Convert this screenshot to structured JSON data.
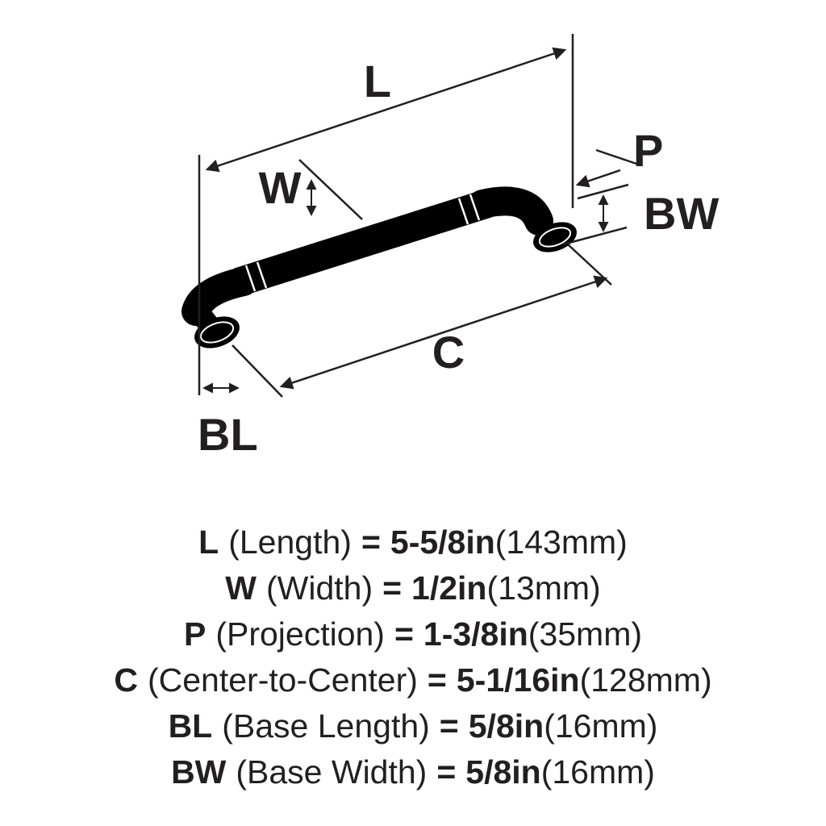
{
  "diagram": {
    "line_color": "#231f20",
    "handle_color": "#000000",
    "labels": {
      "length": "L",
      "width": "W",
      "projection": "P",
      "base_width": "BW",
      "center": "C",
      "base_length": "BL"
    }
  },
  "specs": {
    "rows": [
      {
        "key": "L",
        "label": "(Length)",
        "eq": "=",
        "value": "5-5/8in",
        "metric": "(143mm)"
      },
      {
        "key": "W",
        "label": "(Width)",
        "eq": "=",
        "value": "1/2in",
        "metric": "(13mm)"
      },
      {
        "key": "P",
        "label": "(Projection)",
        "eq": "=",
        "value": "1-3/8in",
        "metric": "(35mm)"
      },
      {
        "key": "C",
        "label": "(Center-to-Center)",
        "eq": "=",
        "value": "5-1/16in",
        "metric": "(128mm)"
      },
      {
        "key": "BL",
        "label": "(Base Length)",
        "eq": "=",
        "value": "5/8in",
        "metric": "(16mm)"
      },
      {
        "key": "BW",
        "label": "(Base Width)",
        "eq": "=",
        "value": "5/8in",
        "metric": "(16mm)"
      }
    ]
  }
}
